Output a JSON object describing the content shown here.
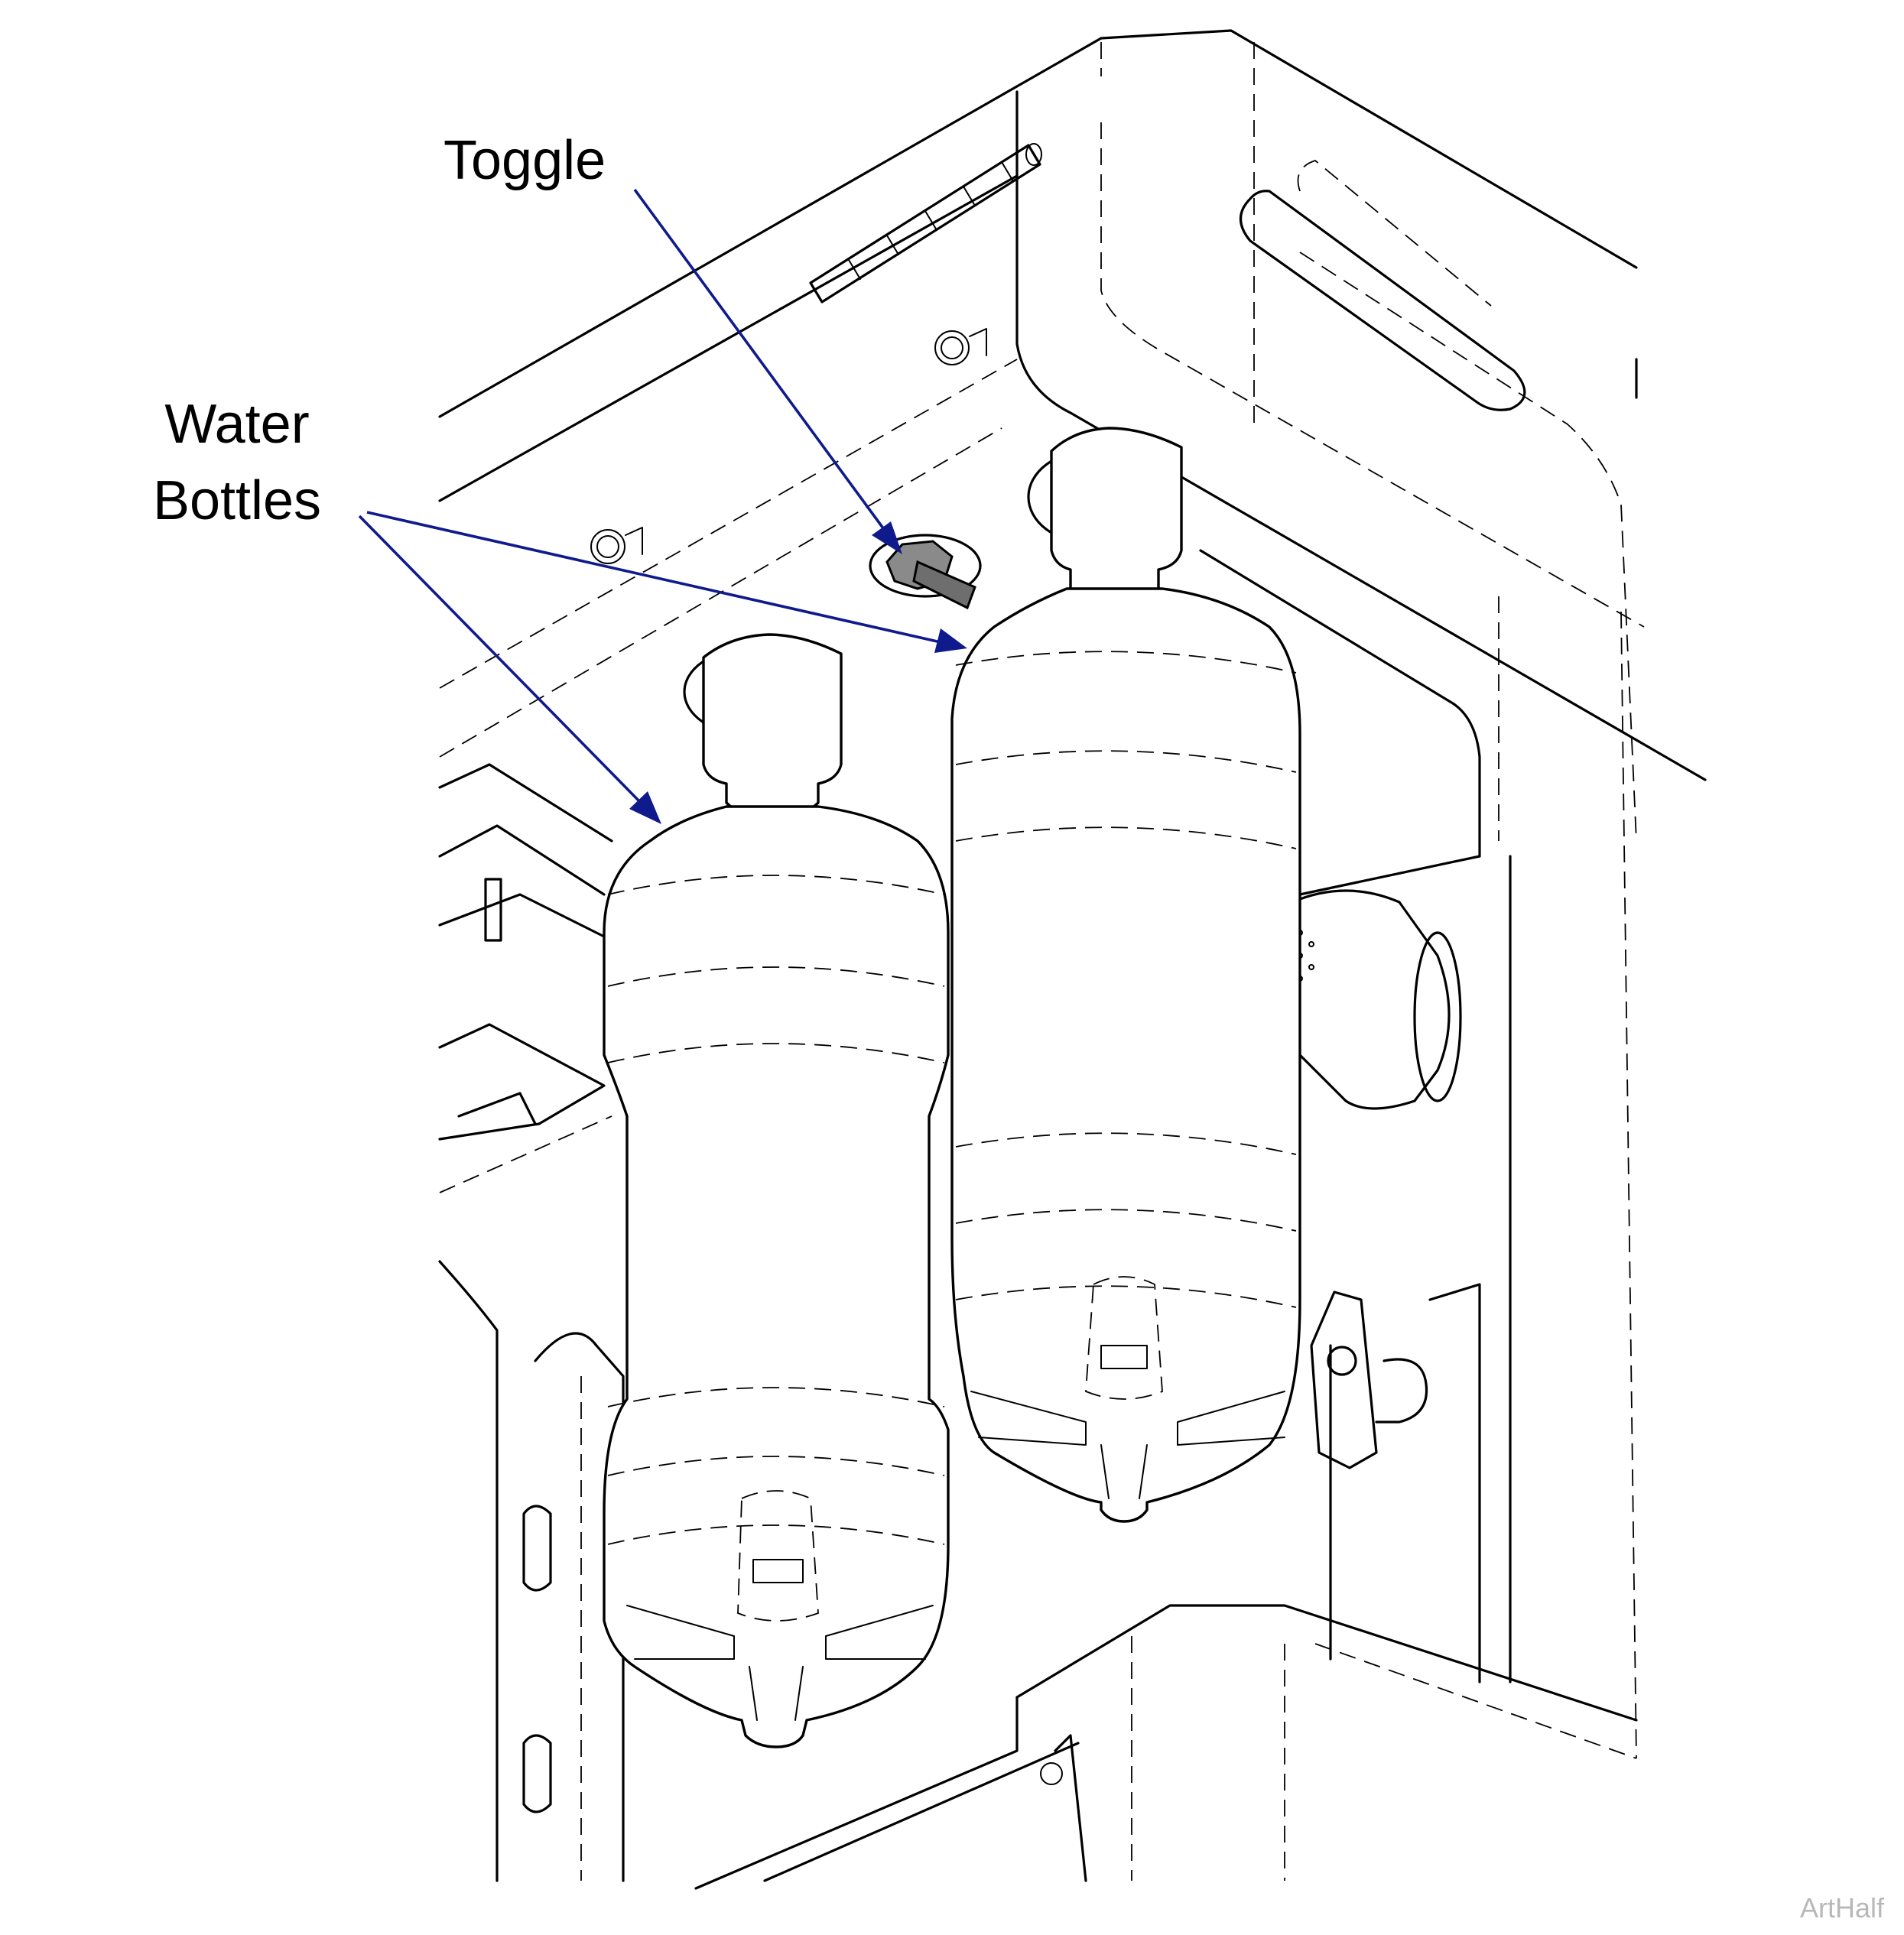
{
  "callouts": {
    "toggle": "Toggle",
    "water_bottles_line1": "Water",
    "water_bottles_line2": "Bottles"
  },
  "credit": "ArtHalf",
  "colors": {
    "leader": "#0f1a8c",
    "line_art": "#000000",
    "toggle_fill": "#8a8a8a",
    "credit": "#b8b8b8"
  }
}
